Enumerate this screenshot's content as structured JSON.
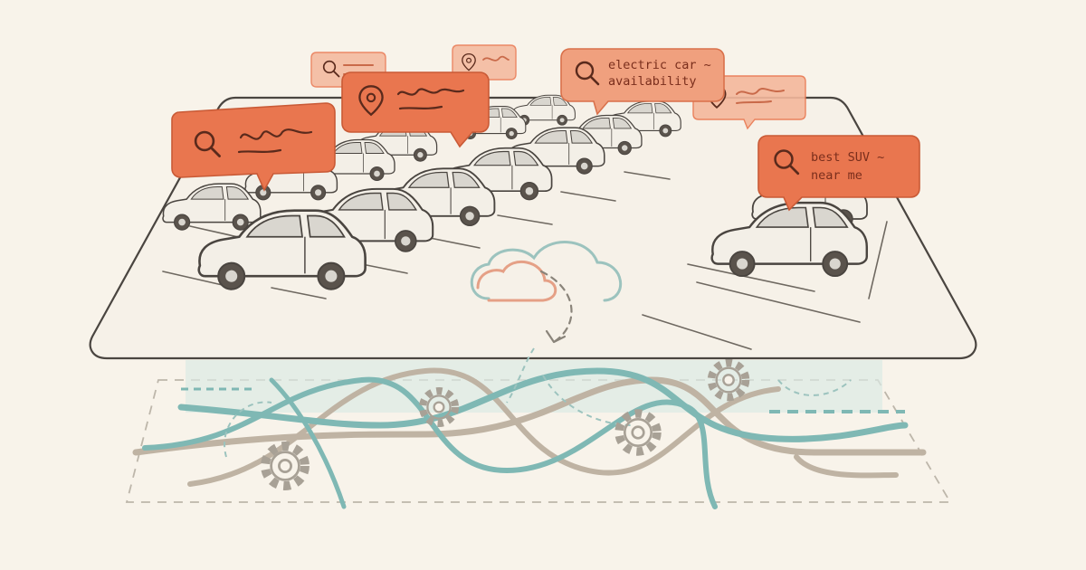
{
  "illustration": {
    "colors": {
      "background": "#f8f3ea",
      "outline": "#4a4540",
      "bubble_strong": "#e9764f",
      "bubble_soft": "#f4b89c",
      "route_teal": "#7fb8b4",
      "route_tan": "#bfb3a3",
      "cloud_teal": "#9cc3be",
      "cloud_peach": "#e5a086",
      "gear": "#a8a196"
    },
    "bubbles": [
      {
        "icon": "magnifier-icon",
        "lines": []
      },
      {
        "icon": "location-pin-icon",
        "lines": []
      },
      {
        "icon": "magnifier-icon",
        "lines": [
          "electric car ~",
          "availability"
        ]
      },
      {
        "icon": "magnifier-icon",
        "lines": [
          "best SUV ~",
          "near me"
        ]
      },
      {
        "icon": "magnifier-icon",
        "lines": []
      },
      {
        "icon": "location-pin-icon",
        "lines": []
      },
      {
        "icon": "location-pin-icon",
        "lines": []
      }
    ],
    "layers": [
      "parking-lot-surface",
      "network-map-layer"
    ],
    "icons": [
      "cloud-icon",
      "gear-icon",
      "car-icon",
      "magnifier-icon",
      "location-pin-icon"
    ]
  }
}
